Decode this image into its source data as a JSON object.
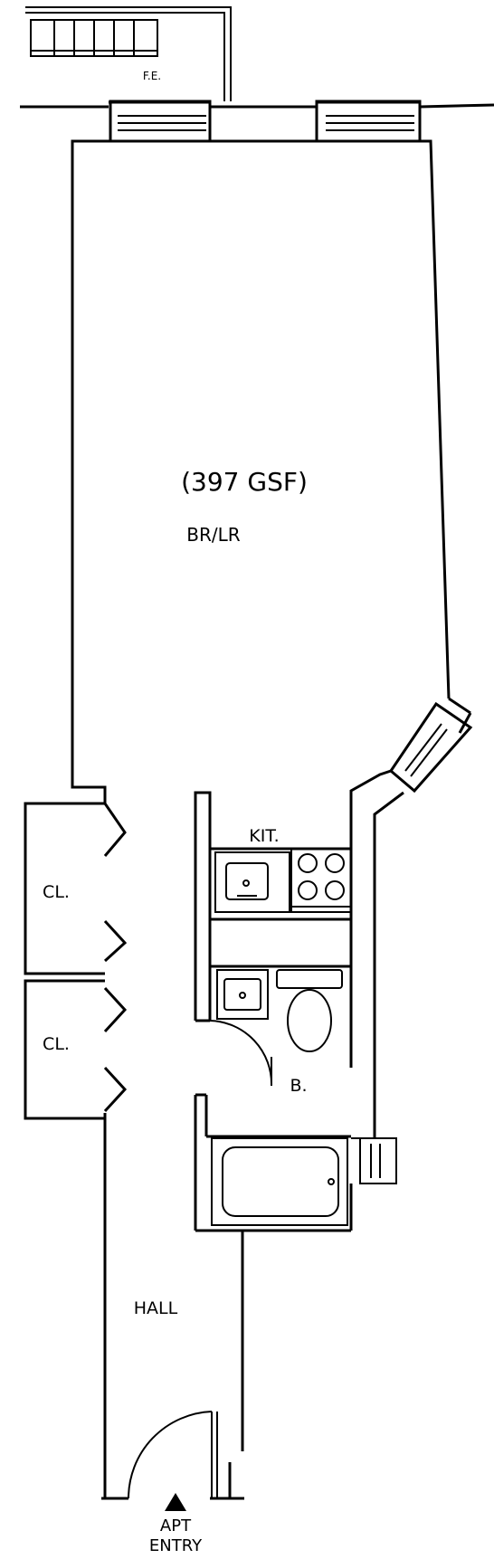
{
  "labels": {
    "fire_escape": "F.E.",
    "area": "(397 GSF)",
    "room": "BR/LR",
    "kitchen": "KIT.",
    "closet_upper": "CL.",
    "closet_lower": "CL.",
    "bath": "B.",
    "hall": "HALL",
    "entry_line1": "APT",
    "entry_line2": "ENTRY"
  },
  "colors": {
    "ink": "#000000",
    "paper": "#ffffff"
  }
}
